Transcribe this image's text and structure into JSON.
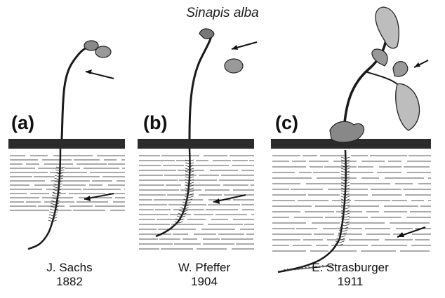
{
  "title": "Sinapis alba",
  "panels": [
    {
      "label": "(a)",
      "author": "J. Sachs",
      "year": "1882"
    },
    {
      "label": "(b)",
      "author": "W. Pfeffer",
      "year": "1904"
    },
    {
      "label": "(c)",
      "author": "E. Strasburger",
      "year": "1911"
    }
  ],
  "colors": {
    "ink": "#1a1a1a",
    "soil": "#2b2b2b",
    "lines": "#555555"
  }
}
